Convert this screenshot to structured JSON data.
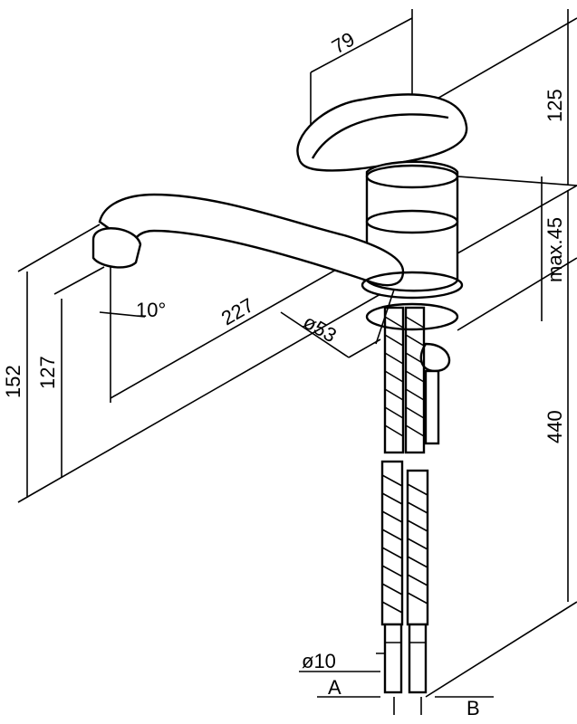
{
  "drawing": {
    "dimensions": {
      "handle_length": "79",
      "height_above_body": "125",
      "max_deck_thickness": "max.45",
      "hose_length": "440",
      "total_height": "152",
      "spout_height": "127",
      "spout_angle": "10°",
      "spout_reach": "227",
      "base_diameter": "ø53",
      "hose_diameter": "ø10",
      "connection_a": "A",
      "connection_b": "B"
    },
    "colors": {
      "line": "#000000",
      "background": "#ffffff"
    }
  }
}
